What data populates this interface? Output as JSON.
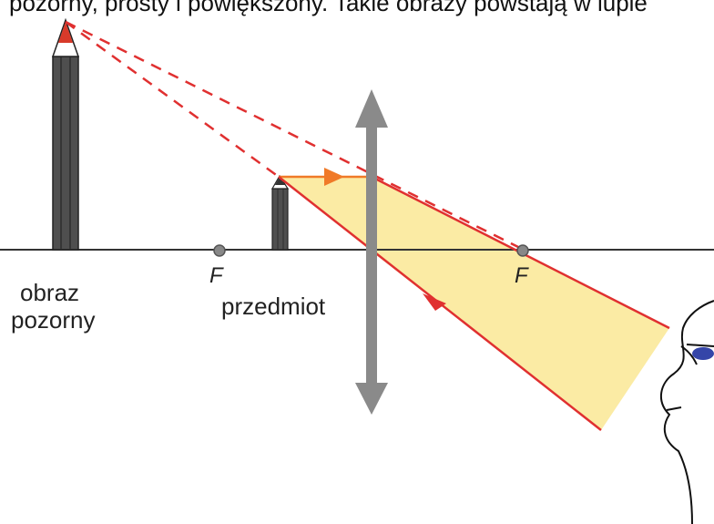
{
  "caption": "pozorny, prosty i powiększony. Takie obrazy powstają w lupie",
  "labels": {
    "virtual_image_line1": "obraz",
    "virtual_image_line2": "pozorny",
    "object": "przedmiot",
    "focus_left": "F",
    "focus_right": "F"
  },
  "colors": {
    "axis": "#333333",
    "lens": "#8a8a8a",
    "ray": "#e03030",
    "ray_orange": "#f07a28",
    "light_beam": "#fbe99a",
    "pencil_body": "#5a5a5a",
    "pencil_tip": "#d83a2a",
    "eye_iris": "#3545a8"
  },
  "icons": [
    "pencil-object",
    "pencil-virtual-image",
    "converging-lens",
    "observer-face"
  ]
}
